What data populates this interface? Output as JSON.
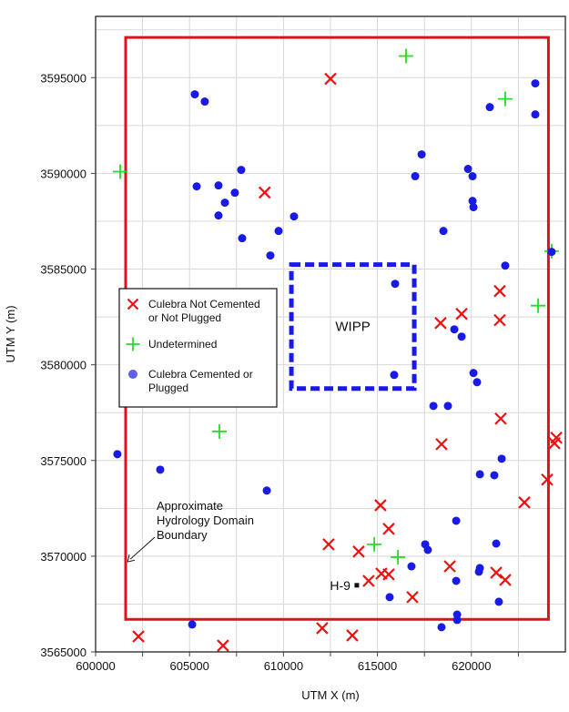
{
  "chart_data": {
    "type": "scatter",
    "title": "",
    "xlabel": "UTM X (m)",
    "ylabel": "UTM Y (m)",
    "xlim": [
      600000,
      625000
    ],
    "ylim": [
      3565000,
      3598200
    ],
    "xticks": [
      600000,
      605000,
      610000,
      615000,
      620000
    ],
    "yticks": [
      3565000,
      3570000,
      3575000,
      3580000,
      3585000,
      3590000,
      3595000
    ],
    "grid": true,
    "grid_step": 2500,
    "legend_position": "left-middle",
    "series": [
      {
        "name": "Culebra Not Cemented or Not Plugged",
        "legend_lines": [
          "Culebra Not Cemented",
          "or Not Plugged"
        ],
        "marker": "x",
        "color": "#ee1111",
        "points": [
          [
            612500,
            3594940
          ],
          [
            609000,
            3589000
          ],
          [
            621510,
            3583850
          ],
          [
            618360,
            3582180
          ],
          [
            619480,
            3582660
          ],
          [
            621510,
            3582330
          ],
          [
            621560,
            3577190
          ],
          [
            618410,
            3575850
          ],
          [
            624520,
            3576190
          ],
          [
            624420,
            3575900
          ],
          [
            624030,
            3574000
          ],
          [
            622820,
            3572810
          ],
          [
            615160,
            3572660
          ],
          [
            615600,
            3571430
          ],
          [
            612400,
            3570620
          ],
          [
            614000,
            3570240
          ],
          [
            614530,
            3568710
          ],
          [
            615210,
            3569090
          ],
          [
            615600,
            3569050
          ],
          [
            618850,
            3569470
          ],
          [
            616860,
            3567860
          ],
          [
            621320,
            3569140
          ],
          [
            621800,
            3568760
          ],
          [
            612060,
            3566240
          ],
          [
            613660,
            3565860
          ],
          [
            602280,
            3565810
          ],
          [
            606780,
            3565330
          ]
        ]
      },
      {
        "name": "Undetermined",
        "legend_lines": [
          "Undetermined"
        ],
        "marker": "plus",
        "color": "#22dd22",
        "points": [
          [
            616520,
            3596130
          ],
          [
            621800,
            3593890
          ],
          [
            601310,
            3590090
          ],
          [
            624270,
            3585940
          ],
          [
            623550,
            3583090
          ],
          [
            606590,
            3576520
          ],
          [
            614830,
            3570620
          ],
          [
            616090,
            3569950
          ]
        ]
      },
      {
        "name": "Culebra Cemented or Plugged",
        "legend_lines": [
          "Culebra Cemented or",
          "Plugged"
        ],
        "marker": "dot",
        "color": "#1a1ae6",
        "points": [
          [
            605280,
            3594130
          ],
          [
            605810,
            3593750
          ],
          [
            605380,
            3589320
          ],
          [
            606540,
            3589370
          ],
          [
            606880,
            3588470
          ],
          [
            607410,
            3588990
          ],
          [
            606540,
            3587800
          ],
          [
            607750,
            3590180
          ],
          [
            607800,
            3586610
          ],
          [
            609740,
            3586990
          ],
          [
            609300,
            3585710
          ],
          [
            610560,
            3587750
          ],
          [
            615940,
            3584230
          ],
          [
            615890,
            3579470
          ],
          [
            617350,
            3590990
          ],
          [
            617010,
            3589850
          ],
          [
            618510,
            3586990
          ],
          [
            619820,
            3590230
          ],
          [
            620060,
            3589850
          ],
          [
            620060,
            3588560
          ],
          [
            620110,
            3588230
          ],
          [
            620980,
            3593460
          ],
          [
            623400,
            3594700
          ],
          [
            623400,
            3593080
          ],
          [
            621800,
            3585180
          ],
          [
            624270,
            3585900
          ],
          [
            619090,
            3581850
          ],
          [
            619480,
            3581470
          ],
          [
            620110,
            3579570
          ],
          [
            620300,
            3579090
          ],
          [
            617980,
            3577850
          ],
          [
            618750,
            3577850
          ],
          [
            621610,
            3575090
          ],
          [
            620450,
            3574280
          ],
          [
            621220,
            3574230
          ],
          [
            601160,
            3575330
          ],
          [
            603440,
            3574520
          ],
          [
            609110,
            3573430
          ],
          [
            619190,
            3571850
          ],
          [
            617540,
            3570620
          ],
          [
            617680,
            3570330
          ],
          [
            621320,
            3570660
          ],
          [
            616810,
            3569470
          ],
          [
            620450,
            3569380
          ],
          [
            620400,
            3569190
          ],
          [
            619190,
            3568710
          ],
          [
            615650,
            3567860
          ],
          [
            621460,
            3567620
          ],
          [
            605140,
            3566430
          ],
          [
            618410,
            3566290
          ],
          [
            619240,
            3566670
          ],
          [
            619240,
            3566950
          ]
        ]
      }
    ],
    "shapes": {
      "domain_boundary": {
        "x": [
          601600,
          624100
        ],
        "y": [
          3566700,
          3597100
        ],
        "color": "#dd1122"
      },
      "wipp": {
        "label": "WIPP",
        "x": [
          610420,
          616960
        ],
        "y": [
          3578760,
          3585230
        ],
        "color": "#1a1ae6"
      },
      "h9": {
        "label": "H-9",
        "point": [
          613900,
          3568480
        ]
      }
    },
    "annotations": [
      {
        "lines": [
          "Approximate",
          "Hydrology Domain",
          "Boundary"
        ],
        "arrow_to": [
          601700,
          3569700
        ]
      }
    ],
    "legend_colors": {
      "dot": "#6060ee"
    }
  }
}
